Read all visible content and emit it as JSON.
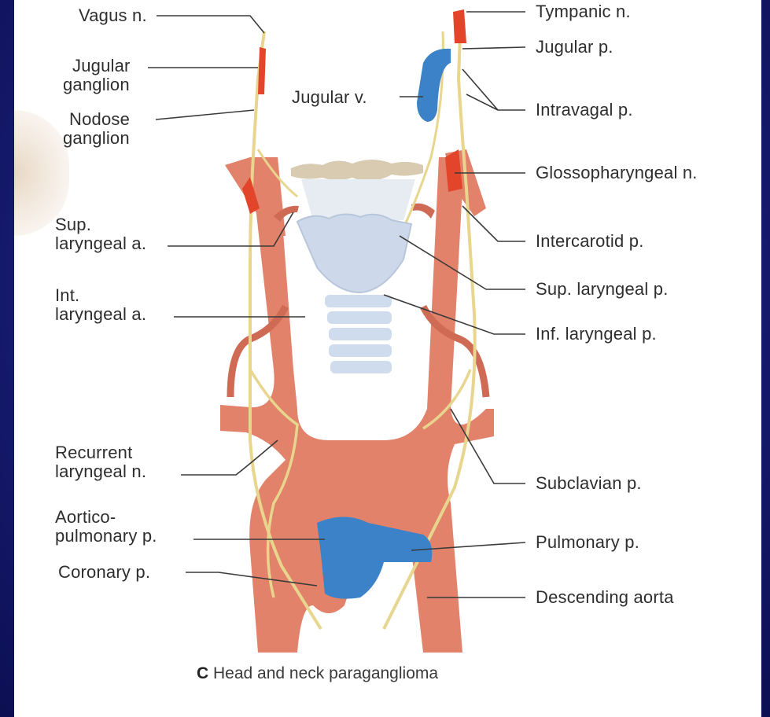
{
  "labels": {
    "vagus_n": "Vagus n.",
    "jugular_ganglion": [
      "Jugular",
      "ganglion"
    ],
    "nodose_ganglion": [
      "Nodose",
      "ganglion"
    ],
    "sup_laryngeal_a": [
      "Sup.",
      "laryngeal a."
    ],
    "int_laryngeal_a": [
      "Int.",
      "laryngeal a."
    ],
    "recurrent_laryngeal_n": [
      "Recurrent",
      "laryngeal n."
    ],
    "aorticopulmonary_p": [
      "Aortico-",
      "pulmonary p."
    ],
    "coronary_p": "Coronary p.",
    "jugular_v": "Jugular v.",
    "tympanic_n": "Tympanic n.",
    "jugular_p": "Jugular p.",
    "intravagal_p": "Intravagal p.",
    "glossopharyngeal_n": "Glossopharyngeal n.",
    "intercarotid_p": "Intercarotid p.",
    "sup_laryngeal_p": "Sup. laryngeal p.",
    "inf_laryngeal_p": "Inf. laryngeal p.",
    "subclavian_p": "Subclavian p.",
    "pulmonary_p": "Pulmonary p.",
    "descending_aorta": "Descending aorta"
  },
  "caption": {
    "letter": "C",
    "text": "Head and neck paraganglioma"
  },
  "colors": {
    "artery": "#e2826a",
    "artery_dark": "#cf6a55",
    "nerve": "#e8d58e",
    "paraganglia": "#e3452a",
    "vein": "#3b82c8",
    "cartilage": "#cdd9ea",
    "hyoid": "#d8cbb2",
    "leader": "#3a3a3a",
    "background": "#1d2180"
  }
}
